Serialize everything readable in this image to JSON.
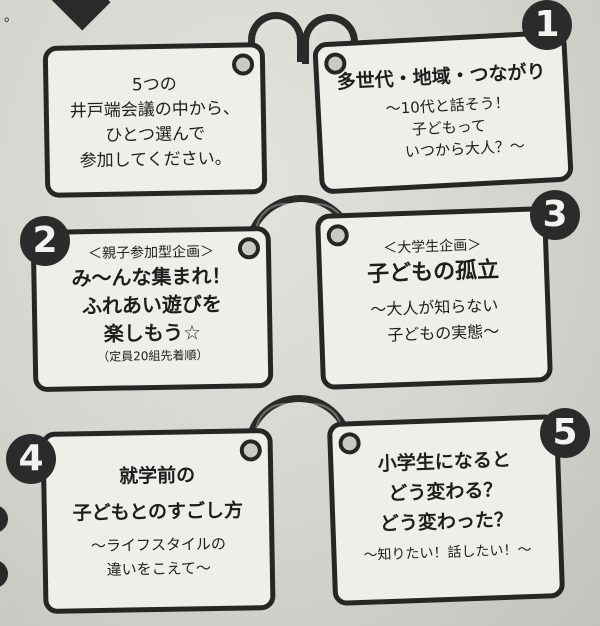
{
  "intro": {
    "line1": "5つの",
    "line2": "井戸端会議の中から、",
    "line3": "ひとつ選んで",
    "line4": "参加してください。"
  },
  "corner_text": "。",
  "topics": [
    {
      "number": "1",
      "title_lines": [
        "多世代・地域・つながり"
      ],
      "sub_lines": [
        "～10代と話そう！",
        "子どもって",
        "いつから大人？～"
      ]
    },
    {
      "number": "2",
      "tag": "＜親子参加型企画＞",
      "title_lines": [
        "み～んな集まれ！",
        "ふれあい遊びを",
        "楽しもう☆"
      ],
      "note": "（定員20組先着順）"
    },
    {
      "number": "3",
      "tag": "＜大学生企画＞",
      "title_lines": [
        "子どもの孤立"
      ],
      "sub_lines": [
        "～大人が知らない",
        "子どもの実態～"
      ]
    },
    {
      "number": "4",
      "title_lines": [
        "就学前の",
        "子どもとのすごし方"
      ],
      "sub_lines": [
        "～ライフスタイルの",
        "違いをこえて～"
      ]
    },
    {
      "number": "5",
      "title_lines": [
        "小学生になると",
        "どう変わる？",
        "どう変わった？"
      ],
      "sub_lines": [
        "～知りたい！話したい！～"
      ]
    }
  ]
}
